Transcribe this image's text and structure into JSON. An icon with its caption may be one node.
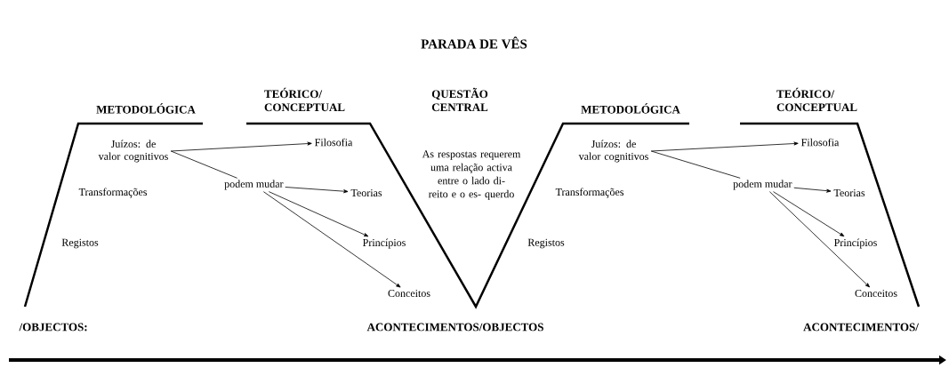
{
  "diagram": {
    "title": "PARADA DE VÊS",
    "nodes": [
      {
        "text": [
          "Juízos: de valor cognitivos"
        ]
      },
      {
        "text": [
          "podem mudar"
        ]
      },
      {
        "text": [
          "Filosofia"
        ]
      },
      {
        "text": [
          "Teorias"
        ]
      },
      {
        "text": [
          "Princípios"
        ]
      },
      {
        "text": [
          "Conceitos"
        ]
      },
      {
        "text": [
          "Juízos: de valor cognitivos"
        ]
      },
      {
        "text": [
          "podem mudar"
        ]
      },
      {
        "text": [
          "Filosofia"
        ]
      },
      {
        "text": [
          "Teorias"
        ]
      },
      {
        "text": [
          "Princípios"
        ]
      },
      {
        "text": [
          "Conceitos"
        ]
      }
    ],
    "edges": [
      {
        "from": 0,
        "to": 2,
        "arrow": "to"
      },
      {
        "from": 0,
        "to": 1,
        "arrow": "none"
      },
      {
        "from": 1,
        "to": 3,
        "arrow": "to"
      },
      {
        "from": 1,
        "to": 4,
        "arrow": "to"
      },
      {
        "from": 1,
        "to": 5,
        "arrow": "to"
      },
      {
        "from": 6,
        "to": 8,
        "arrow": "to"
      },
      {
        "from": 6,
        "to": 7,
        "arrow": "none"
      },
      {
        "from": 7,
        "to": 9,
        "arrow": "to"
      },
      {
        "from": 7,
        "to": 10,
        "arrow": "to"
      },
      {
        "from": 7,
        "to": 11,
        "arrow": "to"
      }
    ],
    "labels": [
      "TEÓRICO/ CONCEPTUAL",
      "QUESTÃO CENTRAL",
      "TEÓRICO/ CONCEPTUAL",
      "METODOLÓGICA",
      "METODOLÓGICA",
      "As respostas requerem uma relação activa entre o lado di- reito e o es- querdo",
      "Transformações",
      "Transformações",
      "Registos",
      "Registos",
      "/OBJECTOS:",
      "ACONTECIMENTOS/OBJECTOS",
      "ACONTECIMENTOS/"
    ]
  }
}
